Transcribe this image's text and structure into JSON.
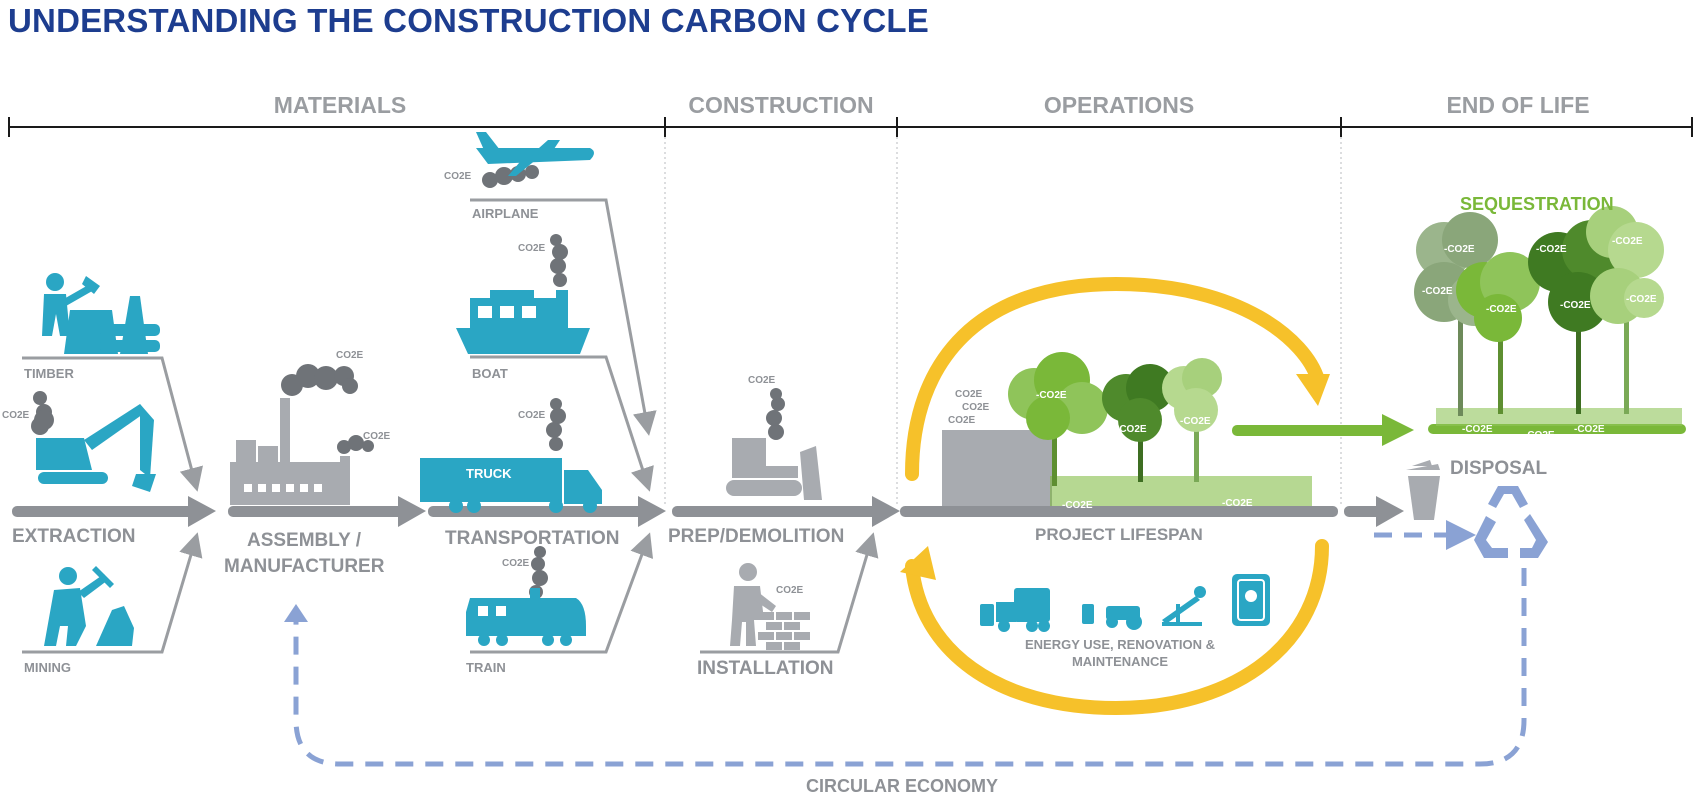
{
  "title": "UNDERSTANDING THE CONSTRUCTION CARBON CYCLE",
  "phases": [
    "MATERIALS",
    "CONSTRUCTION",
    "OPERATIONS",
    "END OF LIFE"
  ],
  "stages": {
    "extraction": "EXTRACTION",
    "assembly": "ASSEMBLY /\nMANUFACTURER",
    "transportation": "TRANSPORTATION",
    "prep": "PREP/DEMOLITION",
    "lifespan": "PROJECT LIFESPAN",
    "disposal": "DISPOSAL",
    "sequestration": "SEQUESTRATION",
    "circular": "CIRCULAR ECONOMY"
  },
  "sources": {
    "timber": "TIMBER",
    "mining": "MINING",
    "airplane": "AIRPLANE",
    "boat": "BOAT",
    "truck": "TRUCK",
    "train": "TRAIN",
    "installation": "INSTALLATION",
    "energy": "ENERGY USE, RENOVATION &\nMAINTENANCE"
  },
  "emission_label": "CO2E",
  "negative_emission_label": "-CO2E",
  "colors": {
    "title": "#1d3d8f",
    "teal": "#2aa6c4",
    "gray": "#8e9196",
    "yellow": "#f6c12a",
    "green": "#7ab839",
    "dashed_blue": "#8aa2d4"
  }
}
